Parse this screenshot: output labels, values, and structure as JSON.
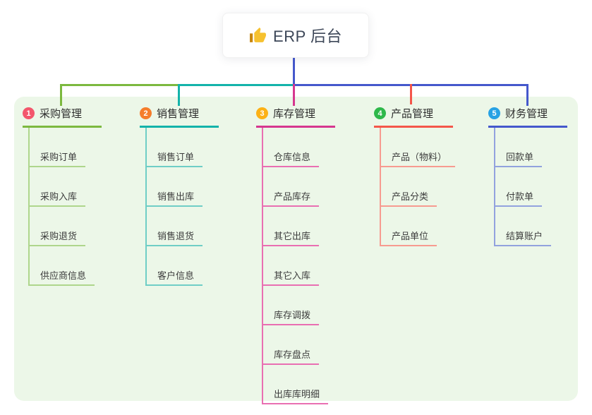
{
  "root": {
    "title": "ERP 后台",
    "icon": "thumbs-up-icon"
  },
  "theme": {
    "canvas_bg": "#ffffff",
    "panel_bg": "#ecf7e8",
    "connector_blue": "#4558cc",
    "root_text_color": "#3c4657",
    "header_text_color": "#2d2d2d",
    "item_text_color": "#3d3d3d",
    "icon_hand_color": "#f6c12f",
    "icon_cuff_color": "#c8860d"
  },
  "branches": [
    {
      "number": "1",
      "label": "采购管理",
      "badge_color": "#f3566c",
      "line_color": "#7cb93f",
      "sub_line_color": "#aed68c",
      "items": [
        "采购订单",
        "采购入库",
        "采购退货",
        "供应商信息"
      ]
    },
    {
      "number": "2",
      "label": "销售管理",
      "badge_color": "#f57d2b",
      "line_color": "#14b3aa",
      "sub_line_color": "#6fcec6",
      "items": [
        "销售订单",
        "销售出库",
        "销售退货",
        "客户信息"
      ]
    },
    {
      "number": "3",
      "label": "库存管理",
      "badge_color": "#fcb116",
      "line_color": "#d6378f",
      "sub_line_color": "#e96fb2",
      "items": [
        "仓库信息",
        "产品库存",
        "其它出库",
        "其它入库",
        "库存调拨",
        "库存盘点",
        "出库库明细"
      ]
    },
    {
      "number": "4",
      "label": "产品管理",
      "badge_color": "#2eb84a",
      "line_color": "#f4564a",
      "sub_line_color": "#f79b90",
      "items": [
        "产品（物料）",
        "产品分类",
        "产品单位"
      ]
    },
    {
      "number": "5",
      "label": "财务管理",
      "badge_color": "#27a2e4",
      "line_color": "#4558cc",
      "sub_line_color": "#92a2de",
      "items": [
        "回款单",
        "付款单",
        "结算账户"
      ]
    }
  ]
}
